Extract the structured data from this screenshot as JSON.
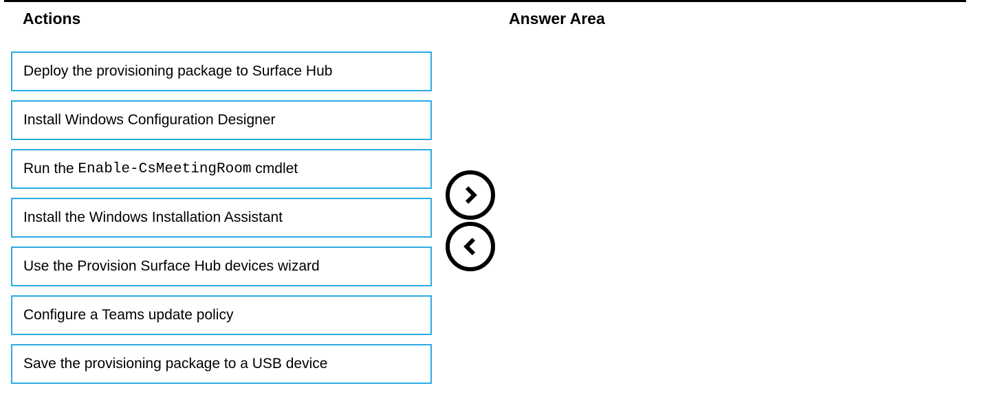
{
  "colors": {
    "item_border": "#29ABE2",
    "heading_text": "#000000",
    "item_text": "#000000",
    "control_stroke": "#000000"
  },
  "actions": {
    "title": "Actions",
    "items": [
      {
        "prefix": "Deploy the provisioning package to Surface Hub",
        "code": "",
        "suffix": ""
      },
      {
        "prefix": "Install Windows Configuration Designer",
        "code": "",
        "suffix": ""
      },
      {
        "prefix": "Run the ",
        "code": "Enable-CsMeetingRoom",
        "suffix": " cmdlet"
      },
      {
        "prefix": "Install the Windows Installation Assistant",
        "code": "",
        "suffix": ""
      },
      {
        "prefix": "Use the Provision Surface Hub devices wizard",
        "code": "",
        "suffix": ""
      },
      {
        "prefix": "Configure a Teams update policy",
        "code": "",
        "suffix": ""
      },
      {
        "prefix": "Save the provisioning package to a USB device",
        "code": "",
        "suffix": ""
      }
    ]
  },
  "answer_area": {
    "title": "Answer Area"
  },
  "controls": {
    "move_right_icon": "chevron-right",
    "move_left_icon": "chevron-left"
  }
}
